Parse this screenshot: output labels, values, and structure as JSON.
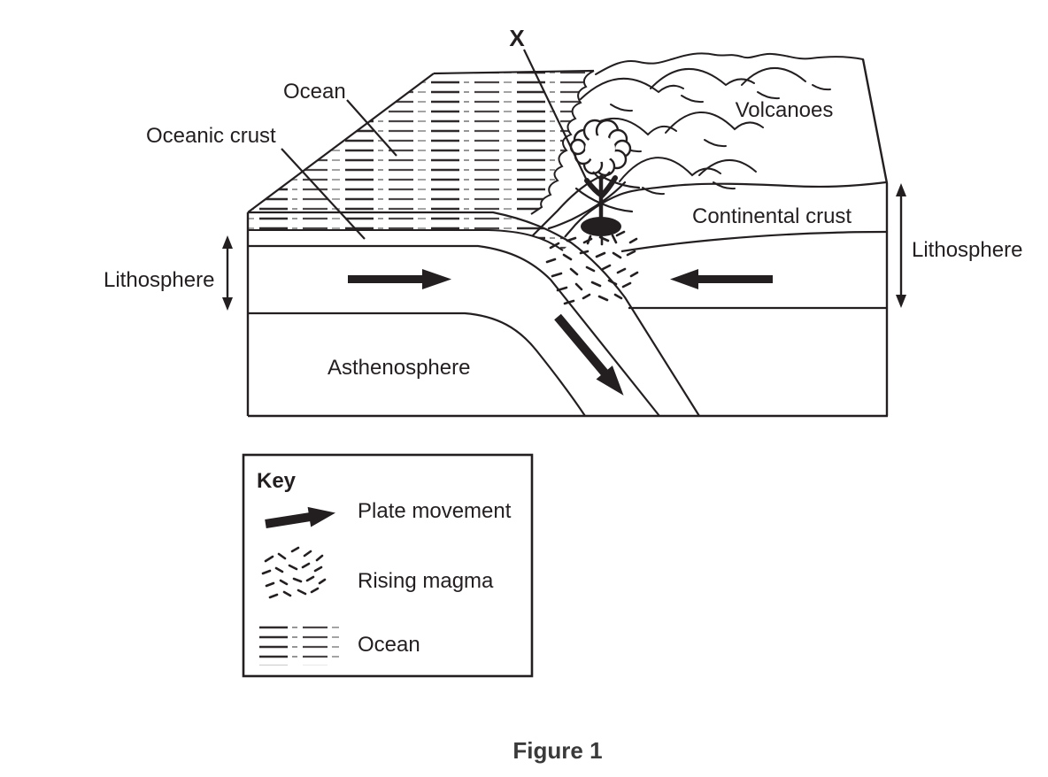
{
  "diagram": {
    "marker_x": "X",
    "labels": {
      "ocean": "Ocean",
      "oceanic_crust": "Oceanic crust",
      "volcanoes": "Volcanoes",
      "continental_crust": "Continental crust",
      "lithosphere_left": "Lithosphere",
      "lithosphere_right": "Lithosphere",
      "asthenosphere": "Asthenosphere"
    },
    "key": {
      "title": "Key",
      "items": [
        {
          "symbol": "plate-movement-arrow",
          "label": "Plate movement"
        },
        {
          "symbol": "rising-magma-dashes",
          "label": "Rising magma"
        },
        {
          "symbol": "ocean-pattern",
          "label": "Ocean"
        }
      ]
    },
    "caption": "Figure 1",
    "colors": {
      "ink": "#231f20",
      "background": "#ffffff",
      "caption_ink": "#3a3a3a"
    }
  }
}
